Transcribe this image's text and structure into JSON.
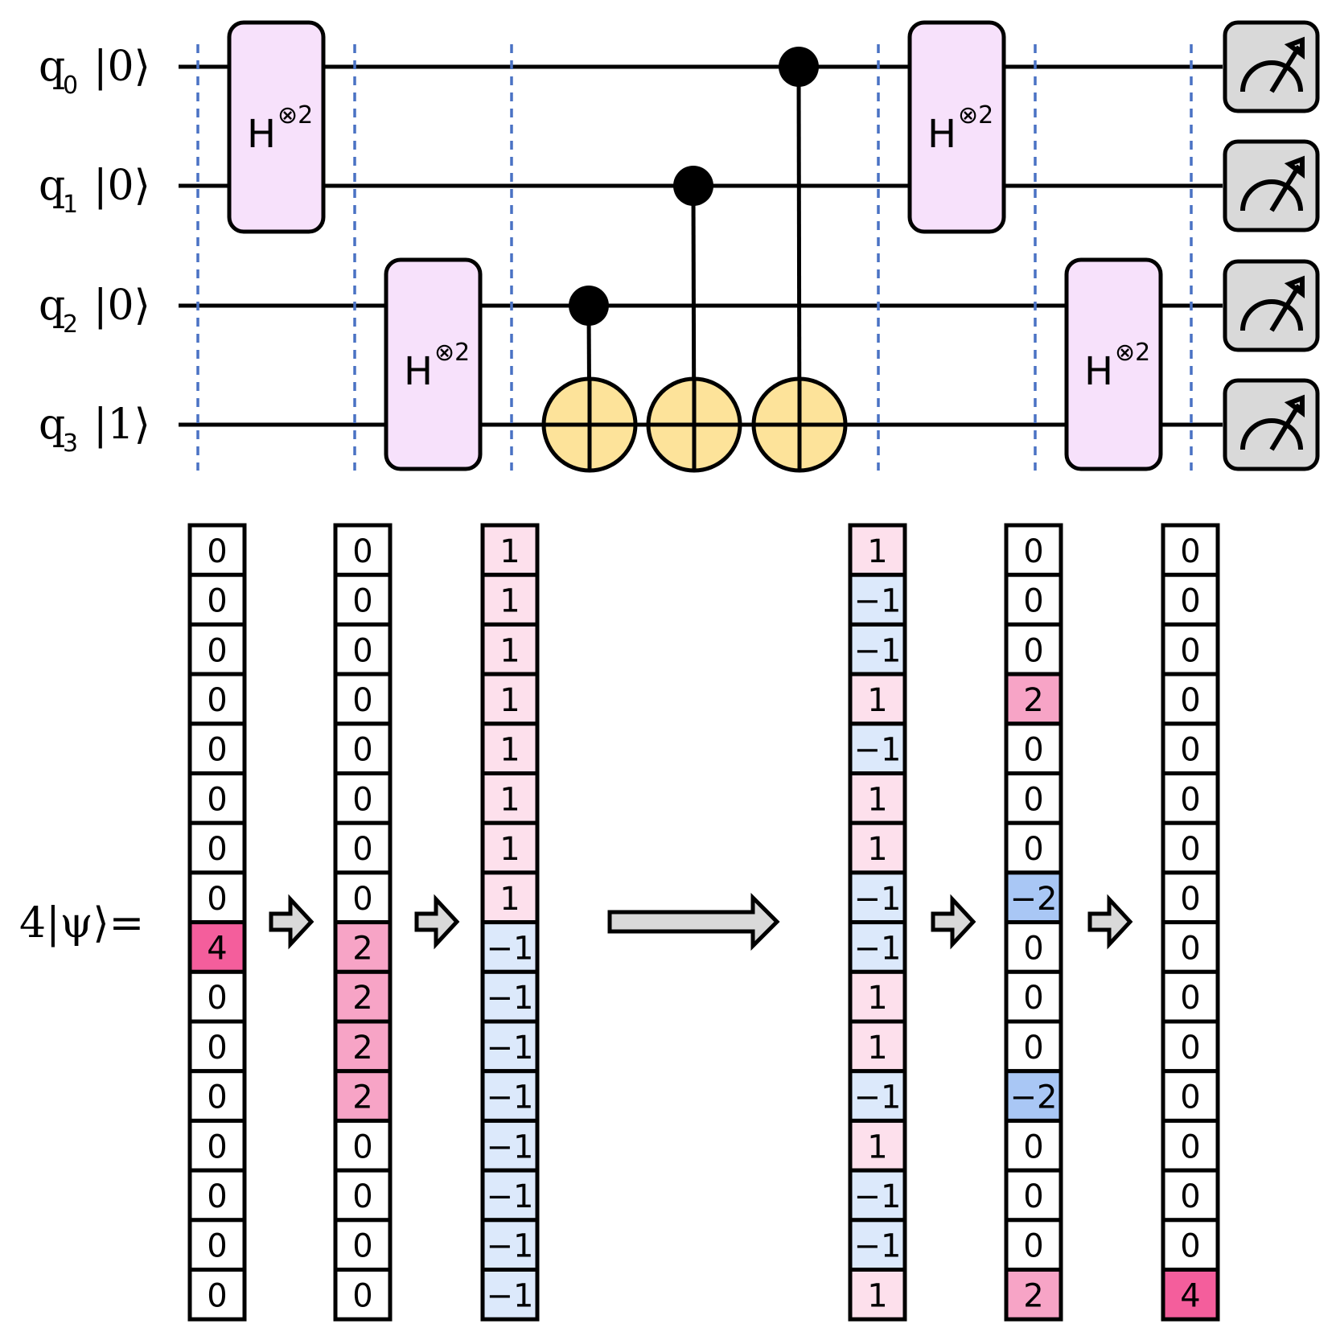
{
  "qubits": [
    {
      "name": "q",
      "index": "0",
      "ket": "|0⟩"
    },
    {
      "name": "q",
      "index": "1",
      "ket": "|0⟩"
    },
    {
      "name": "q",
      "index": "2",
      "ket": "|0⟩"
    },
    {
      "name": "q",
      "index": "3",
      "ket": "|1⟩"
    }
  ],
  "gates": {
    "hadamard_label": "H",
    "hadamard_power": "⊗2"
  },
  "state_label": "4|ψ⟩=",
  "colors": {
    "gate_fill": "#f7e1fb",
    "cnot_fill": "#fde39a",
    "meter_fill": "#d9d9d9",
    "separator": "#4a72c4",
    "cell_4": "#f45e9c",
    "cell_2": "#f7a4c6",
    "cell_1": "#fde0ec",
    "cell_neg1": "#dce9fb",
    "cell_neg2": "#a9c7f5",
    "cell_0": "#ffffff"
  },
  "state_vectors": [
    [
      "0",
      "0",
      "0",
      "0",
      "0",
      "0",
      "0",
      "0",
      "4",
      "0",
      "0",
      "0",
      "0",
      "0",
      "0",
      "0"
    ],
    [
      "0",
      "0",
      "0",
      "0",
      "0",
      "0",
      "0",
      "0",
      "2",
      "2",
      "2",
      "2",
      "0",
      "0",
      "0",
      "0"
    ],
    [
      "1",
      "1",
      "1",
      "1",
      "1",
      "1",
      "1",
      "1",
      "−1",
      "−1",
      "−1",
      "−1",
      "−1",
      "−1",
      "−1",
      "−1"
    ],
    [
      "1",
      "−1",
      "−1",
      "1",
      "−1",
      "1",
      "1",
      "−1",
      "−1",
      "1",
      "1",
      "−1",
      "1",
      "−1",
      "−1",
      "1"
    ],
    [
      "0",
      "0",
      "0",
      "2",
      "0",
      "0",
      "0",
      "−2",
      "0",
      "0",
      "0",
      "−2",
      "0",
      "0",
      "0",
      "2"
    ],
    [
      "0",
      "0",
      "0",
      "0",
      "0",
      "0",
      "0",
      "0",
      "0",
      "0",
      "0",
      "0",
      "0",
      "0",
      "0",
      "4"
    ]
  ]
}
